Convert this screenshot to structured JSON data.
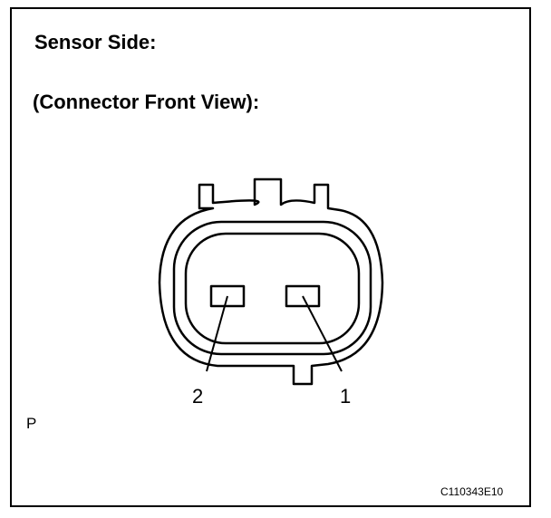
{
  "header": {
    "title": "Sensor Side:",
    "subtitle": "(Connector Front View):"
  },
  "connector": {
    "terminals": [
      {
        "number": "1"
      },
      {
        "number": "2"
      }
    ]
  },
  "corner_mark": "P",
  "figure_code": "C110343E10"
}
